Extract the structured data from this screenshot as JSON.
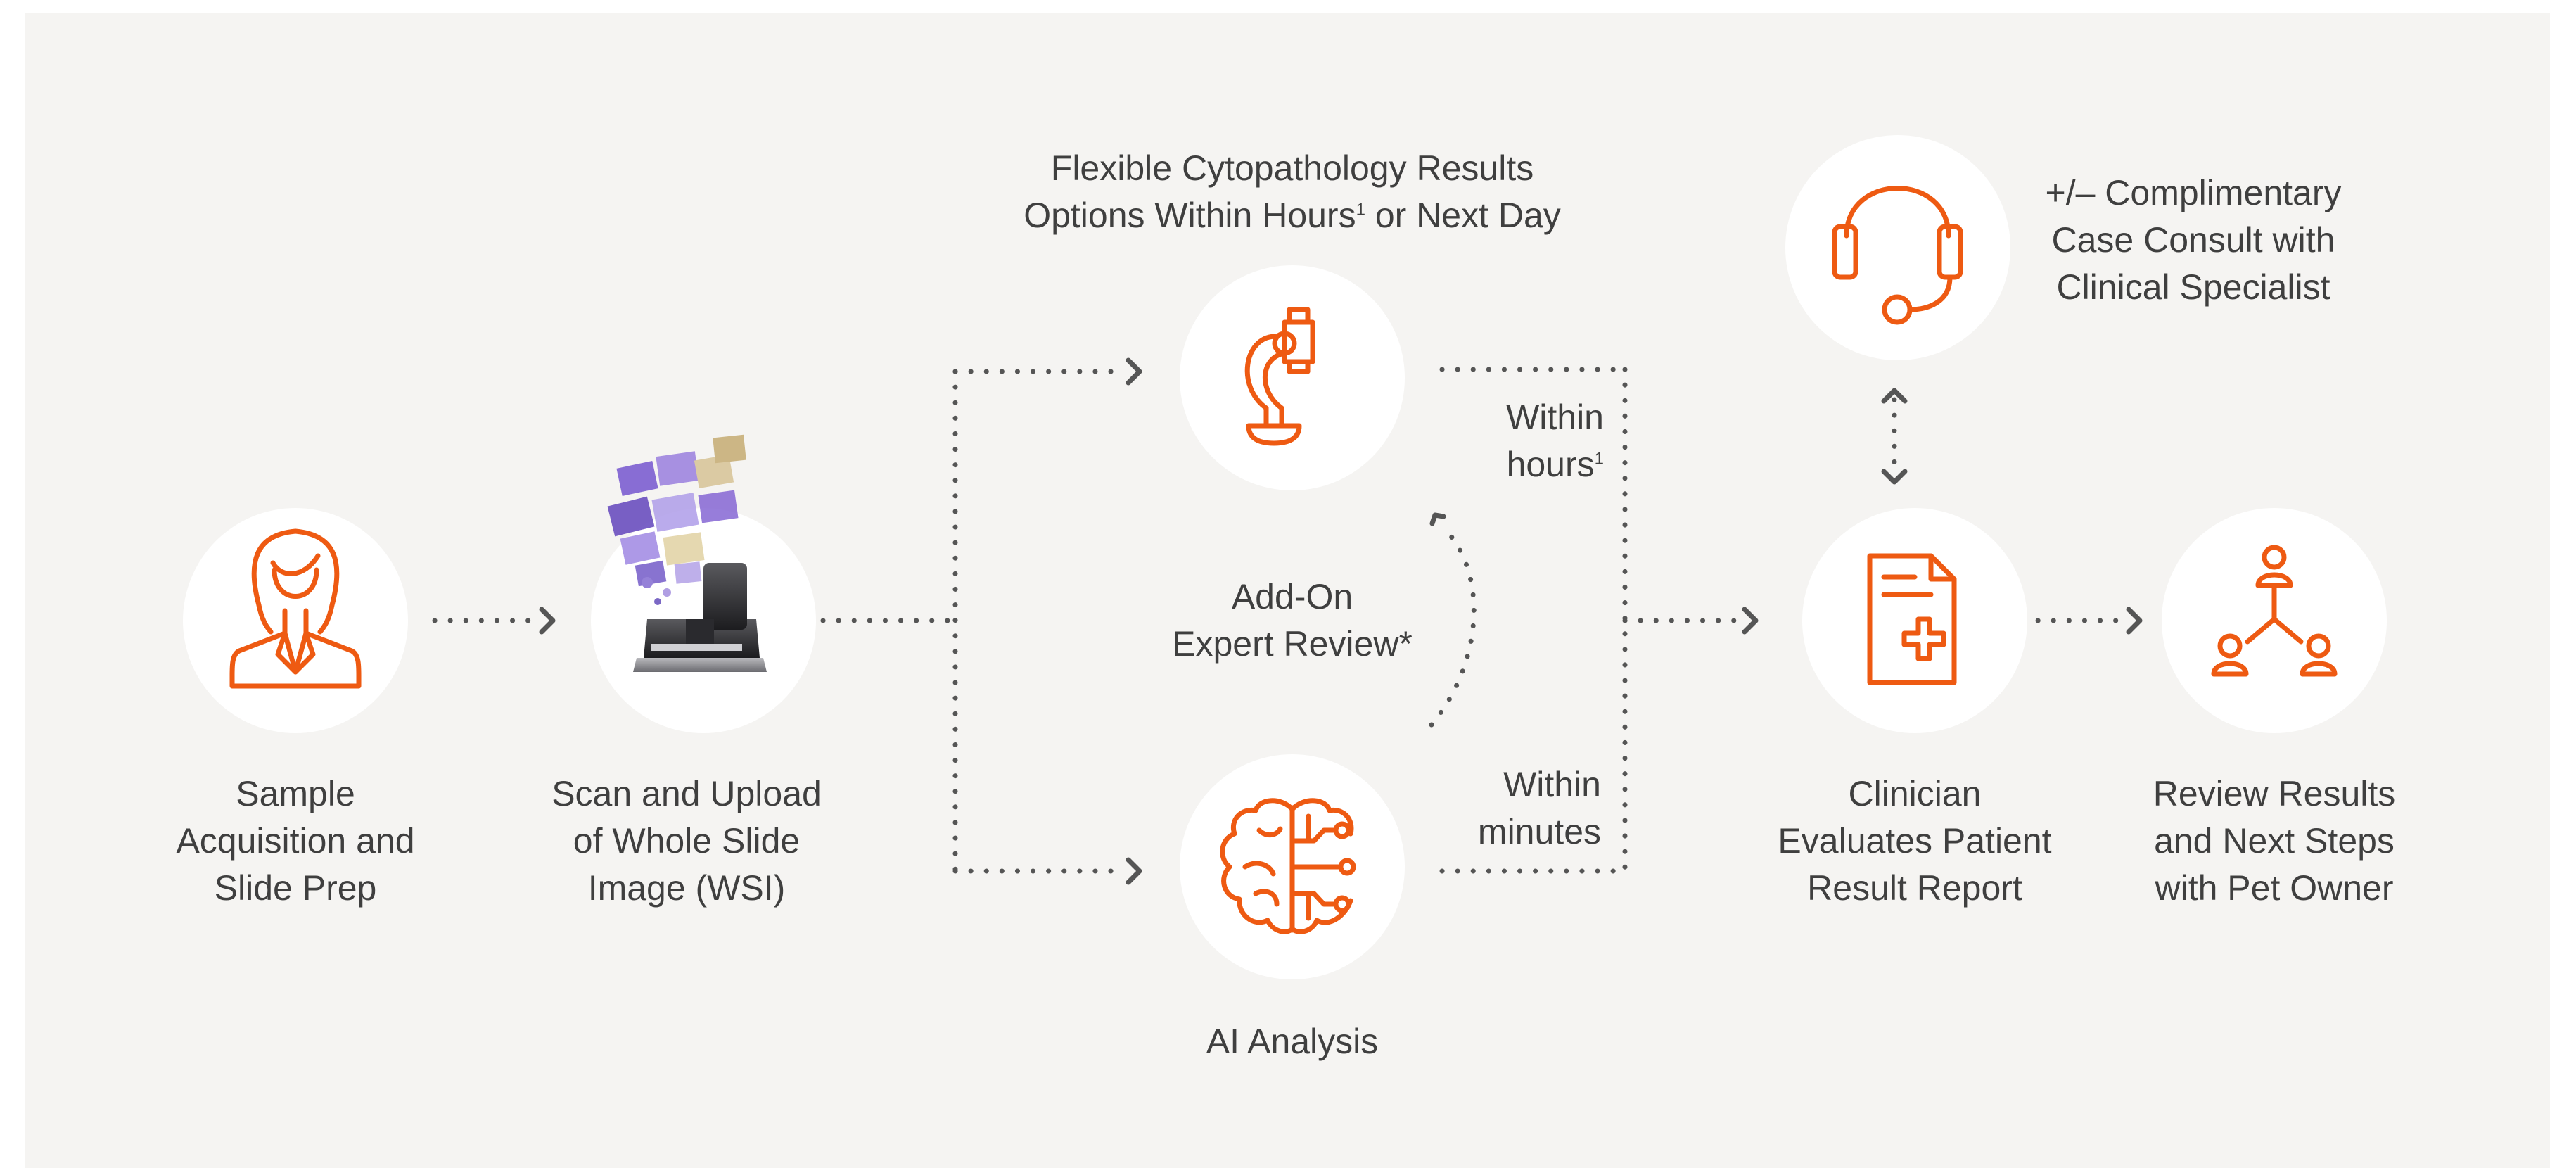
{
  "colors": {
    "accent": "#ee5a12",
    "background": "#f5f4f2",
    "circle": "#ffffff",
    "dots": "#555555",
    "text": "#3f3f3f"
  },
  "steps": {
    "sample": {
      "icon": "woman-icon",
      "lines": [
        "Sample",
        "Acquisition and",
        "Slide Prep"
      ]
    },
    "scan": {
      "icon": "slide-scanner-image",
      "lines": [
        "Scan and Upload",
        "of Whole Slide",
        "Image (WSI)"
      ]
    },
    "cyto": {
      "icon": "microscope-icon",
      "lines": [
        "Flexible Cytopathology Results",
        "Options Within Hours",
        "1",
        " or Next Day"
      ]
    },
    "ai": {
      "icon": "brain-circuit-icon",
      "lines": [
        "AI Analysis"
      ]
    },
    "expert": {
      "lines": [
        "Add-On",
        "Expert Review*"
      ]
    },
    "hours": {
      "lines": [
        "Within",
        "hours",
        "1"
      ]
    },
    "minutes": {
      "lines": [
        "Within",
        "minutes"
      ]
    },
    "consult": {
      "icon": "headset-icon",
      "lines": [
        "+/– Complimentary",
        "Case Consult with",
        "Clinical Specialist"
      ]
    },
    "clinician": {
      "icon": "report-icon",
      "lines": [
        "Clinician",
        "Evaluates Patient",
        "Result Report"
      ]
    },
    "review": {
      "icon": "people-network-icon",
      "lines": [
        "Review Results",
        "and Next Steps",
        "with Pet Owner"
      ]
    }
  }
}
